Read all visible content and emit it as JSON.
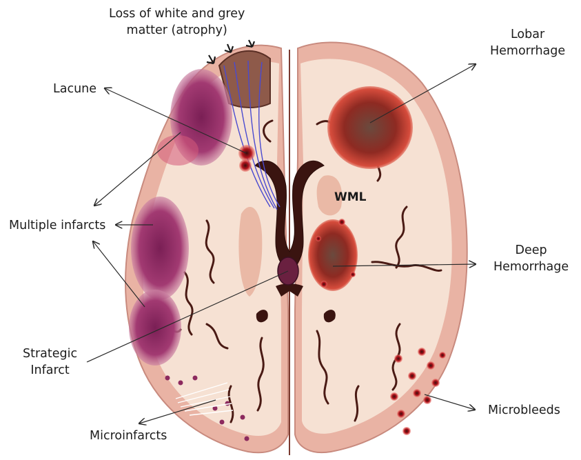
{
  "labels": {
    "atrophy": [
      "Loss of white and grey",
      "matter (atrophy)"
    ],
    "lacune": "Lacune",
    "multiple_infarcts": "Multiple infarcts",
    "strategic_infarct": [
      "Strategic",
      "Infarct"
    ],
    "microinfarcts": "Microinfarcts",
    "lobar_hemorrhage": [
      "Lobar",
      "Hemorrhage"
    ],
    "wml": "WML",
    "deep_hemorrhage": [
      "Deep",
      "Hemorrhage"
    ],
    "microbleeds": "Microbleeds"
  },
  "colors": {
    "brain_surface": "#f4dccb",
    "cortex": "#e9b3a4",
    "sulcus": "#4a1a14",
    "infarct": "#8c2a5e",
    "hemorrhage": "#8b2a22",
    "arrow": "#2a2a2a"
  }
}
